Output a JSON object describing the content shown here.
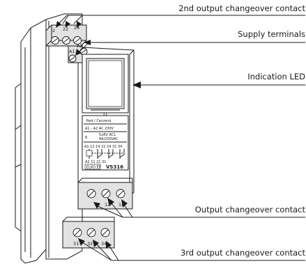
{
  "callouts": {
    "output2": "2nd output changeover contact",
    "supply": "Supply terminals",
    "led": "Indication LED",
    "output1": "Output changeover contact",
    "output3": "3rd output changeover contact"
  },
  "terminals": {
    "top_row": [
      "2",
      "22",
      "24"
    ],
    "supply_a2": "A2",
    "supply_a1": "A1",
    "middle_row": [
      "12",
      "14"
    ],
    "bottom_row": [
      "31",
      "32",
      "34"
    ]
  },
  "panel": {
    "color_label": "Red / Červená",
    "voltage": "A1 - A2  AC 230V",
    "rating_r": "R",
    "rating_1": "5x8V  AC1",
    "rating_2": "8A/250VAC",
    "terminal_line": "A1 12 14 22 24 32 34",
    "terminal_line2": "A2 11 21 31",
    "brand": "ELKO EP",
    "model": "VS316"
  }
}
